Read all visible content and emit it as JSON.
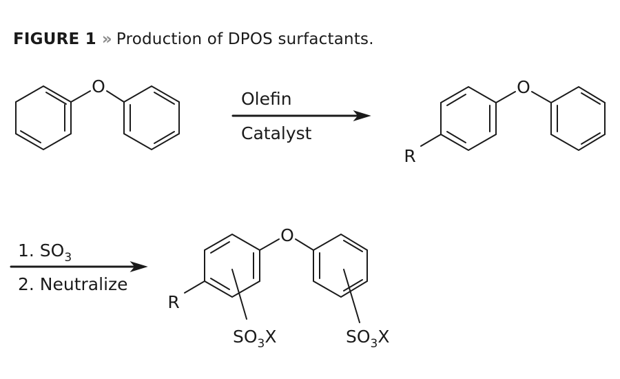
{
  "figure": {
    "label": "FIGURE 1",
    "separator": "»",
    "title": "Production of DPOS surfactants."
  },
  "reaction_step_1": {
    "reactant": {
      "name": "diphenyl-ether",
      "atom_label": "O"
    },
    "arrow": {
      "above": "Olefin",
      "below": "Catalyst"
    },
    "product": {
      "name": "alkylated-diphenyl-ether",
      "atom_label": "O",
      "substituent": "R"
    }
  },
  "reaction_step_2": {
    "arrow": {
      "above_prefix": "1. SO",
      "above_subscript": "3",
      "below": "2. Neutralize"
    },
    "product": {
      "name": "diphenyl-oxide-disulfonate",
      "atom_label": "O",
      "substituent": "R",
      "groups": [
        {
          "main": "SO",
          "subscript": "3",
          "suffix": "X"
        },
        {
          "main": "SO",
          "subscript": "3",
          "suffix": "X"
        }
      ]
    }
  },
  "colors": {
    "ink": "#1a1a1a",
    "separator": "#8c8c8c",
    "background": "#ffffff"
  }
}
